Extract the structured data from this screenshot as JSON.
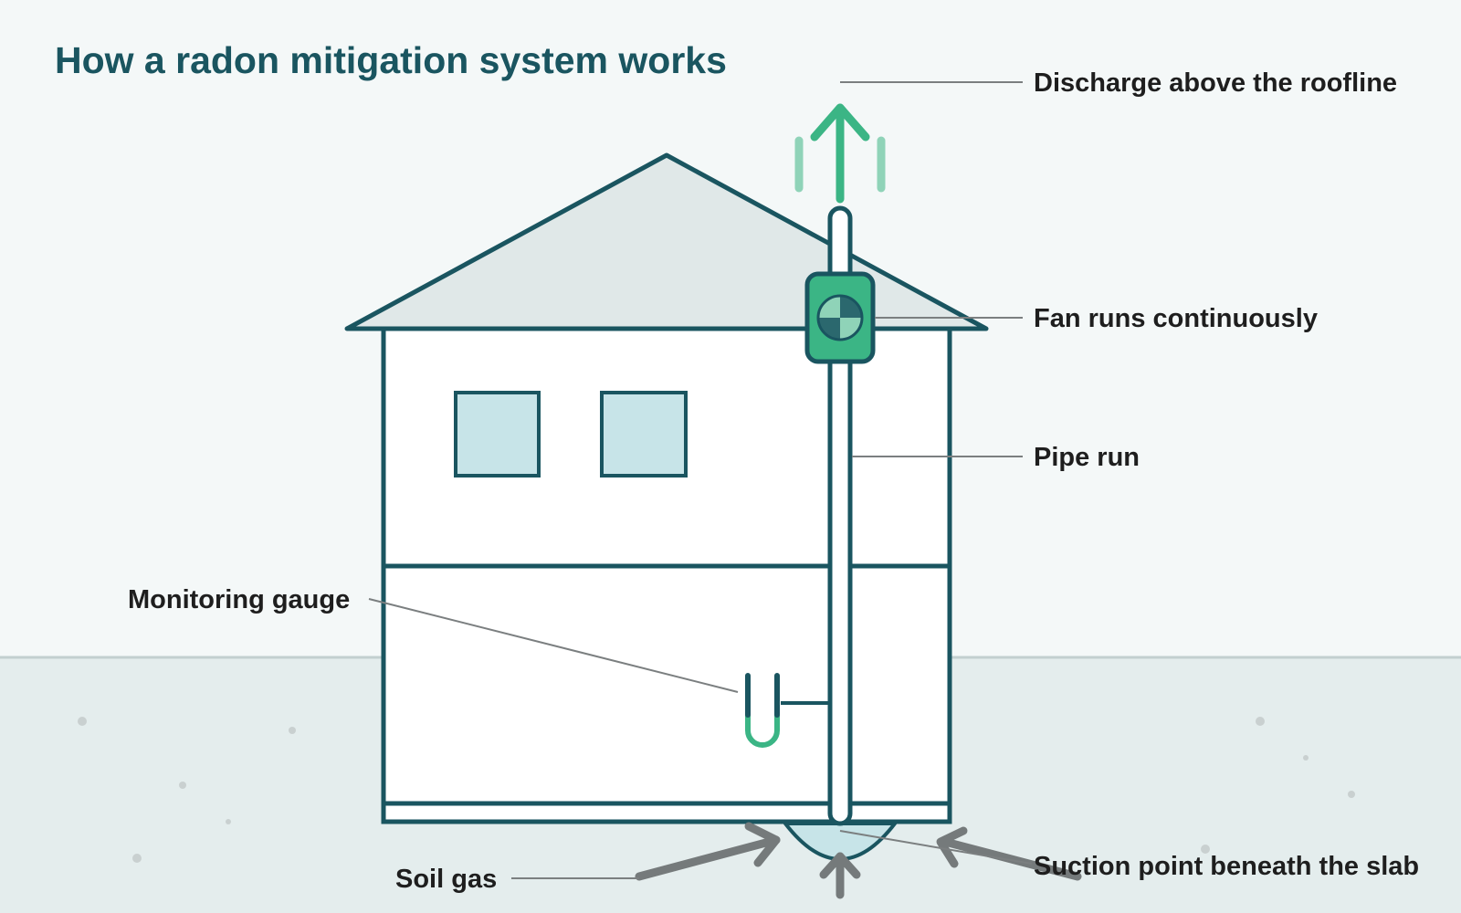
{
  "title": "How a radon mitigation system works",
  "labels": {
    "discharge": "Discharge above the roofline",
    "fan": "Fan runs continuously",
    "pipe": "Pipe run",
    "gauge": "Monitoring gauge",
    "soil_gas": "Soil gas",
    "suction": "Suction point beneath the slab"
  },
  "colors": {
    "background": "#f4f8f8",
    "ground": "#e4eded",
    "outline": "#1a5560",
    "accent_green": "#3bb585",
    "window": "#c7e4e8",
    "roof": "#e0e8e8",
    "arrow_gray": "#757a7b"
  }
}
